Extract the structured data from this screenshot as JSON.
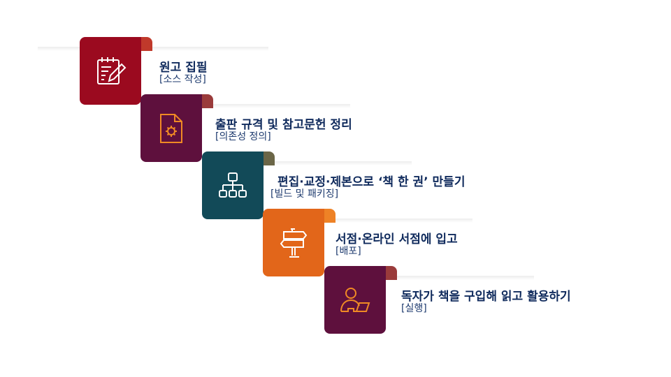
{
  "steps": [
    {
      "title": "원고 집필",
      "subtitle": "[소스 작성]",
      "icon": "document-edit-icon",
      "color": "#9b0a1f",
      "tab_color": "#c0392b"
    },
    {
      "title": "출판 규격 및 참고문헌 정리",
      "subtitle": "[의존성 정의]",
      "icon": "file-gear-icon",
      "color": "#5e103d",
      "tab_color": "#9a3b3b"
    },
    {
      "title": "편집·교정·제본으로 ‘책 한 권’ 만들기",
      "subtitle": "[빌드 및 패키징]",
      "icon": "hierarchy-icon",
      "color": "#124a58",
      "tab_color": "#6b6647"
    },
    {
      "title": "서점·온라인 서점에 입고",
      "subtitle": "[배포]",
      "icon": "signpost-icon",
      "color": "#e2661a",
      "tab_color": "#ee8226"
    },
    {
      "title": "독자가 책을 구입해 읽고 활용하기",
      "subtitle": "[실행]",
      "icon": "user-laptop-icon",
      "color": "#5e103d",
      "tab_color": "#9a3b3b"
    }
  ]
}
